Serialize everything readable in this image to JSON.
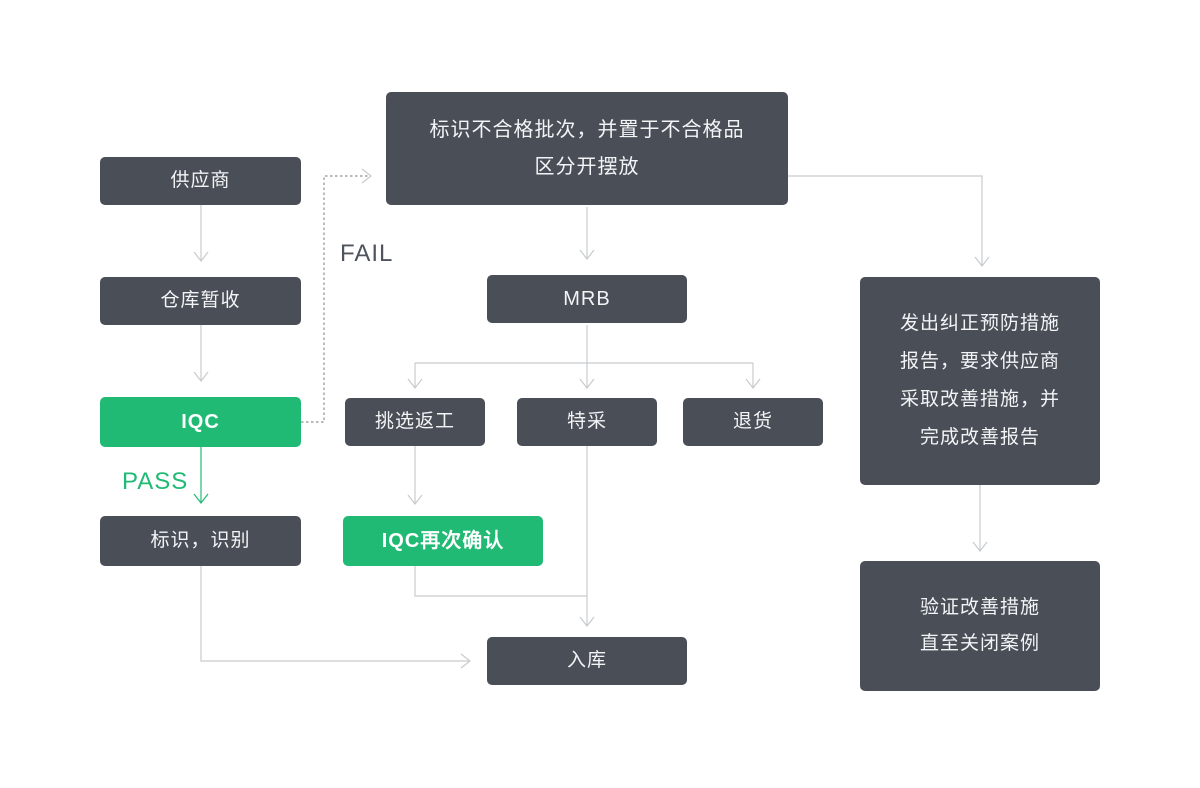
{
  "diagram": {
    "type": "flowchart",
    "description": "IQC incoming quality control inspection process flow"
  },
  "colors": {
    "node_dark": "#4a4e57",
    "node_green": "#21ba74",
    "node_text": "#f3f4f6",
    "line": "#c8cbce",
    "dashed_line": "#8b8f96",
    "pass_label": "#21ba74",
    "fail_label": "#4f545c",
    "background": "#ffffff"
  },
  "nodes": {
    "supplier": {
      "label": "供应商",
      "color": "dark"
    },
    "warehouse_receipt": {
      "label": "仓库暂收",
      "color": "dark"
    },
    "iqc": {
      "label": "IQC",
      "color": "green"
    },
    "mark_identify": {
      "label": "标识，识别",
      "color": "dark"
    },
    "nonconforming": {
      "label": "标识不合格批次，并置于不合格品\n区分开摆放",
      "color": "dark"
    },
    "mrb": {
      "label": "MRB",
      "color": "dark"
    },
    "sort_rework": {
      "label": "挑选返工",
      "color": "dark"
    },
    "special_accept": {
      "label": "特采",
      "color": "dark"
    },
    "return_goods": {
      "label": "退货",
      "color": "dark"
    },
    "iqc_recheck": {
      "label": "IQC再次确认",
      "color": "green"
    },
    "warehouse_in": {
      "label": "入库",
      "color": "dark"
    },
    "capa_report": {
      "label": "发出纠正预防措施\n报告，要求供应商\n采取改善措施，并\n完成改善报告",
      "color": "dark"
    },
    "verify_close": {
      "label": "验证改善措施\n直至关闭案例",
      "color": "dark"
    }
  },
  "edge_labels": {
    "pass": "PASS",
    "fail": "FAIL"
  },
  "edges": [
    {
      "from": "supplier",
      "to": "warehouse_receipt",
      "style": "solid"
    },
    {
      "from": "warehouse_receipt",
      "to": "iqc",
      "style": "solid"
    },
    {
      "from": "iqc",
      "to": "nonconforming",
      "style": "dashed",
      "label": "FAIL"
    },
    {
      "from": "iqc",
      "to": "mark_identify",
      "style": "solid-green",
      "label": "PASS"
    },
    {
      "from": "mark_identify",
      "to": "warehouse_in",
      "style": "solid"
    },
    {
      "from": "nonconforming",
      "to": "mrb",
      "style": "solid"
    },
    {
      "from": "nonconforming",
      "to": "capa_report",
      "style": "solid"
    },
    {
      "from": "mrb",
      "to": "sort_rework",
      "style": "solid"
    },
    {
      "from": "mrb",
      "to": "special_accept",
      "style": "solid"
    },
    {
      "from": "mrb",
      "to": "return_goods",
      "style": "solid"
    },
    {
      "from": "sort_rework",
      "to": "iqc_recheck",
      "style": "solid"
    },
    {
      "from": "iqc_recheck",
      "to": "warehouse_in",
      "style": "solid"
    },
    {
      "from": "special_accept",
      "to": "warehouse_in",
      "style": "solid"
    },
    {
      "from": "capa_report",
      "to": "verify_close",
      "style": "solid"
    }
  ]
}
